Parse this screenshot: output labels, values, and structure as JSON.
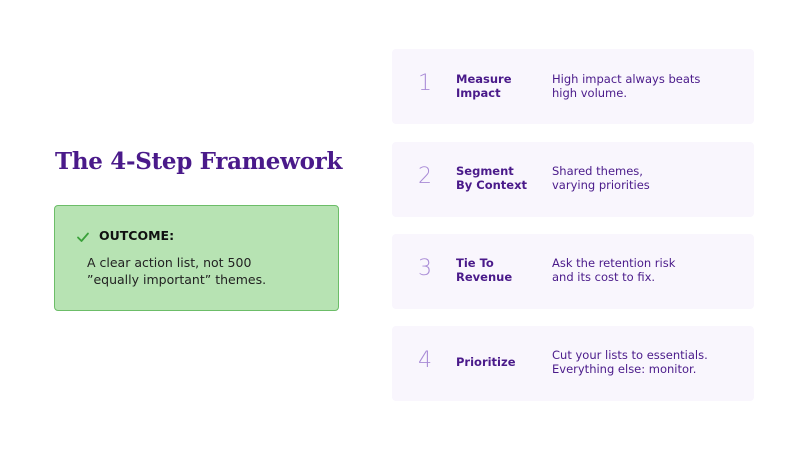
{
  "title": "The 4-Step Framework",
  "outcome": {
    "icon": "check-icon",
    "label": "OUTCOME:",
    "text_line1": "A clear action list, not 500",
    "text_line2": "”equally important” themes."
  },
  "steps": [
    {
      "number": "1",
      "name_line1": "Measure",
      "name_line2": "Impact",
      "desc_line1": "High impact always beats",
      "desc_line2": "high volume."
    },
    {
      "number": "2",
      "name_line1": "Segment",
      "name_line2": "By Context",
      "desc_line1": "Shared themes,",
      "desc_line2": "varying priorities"
    },
    {
      "number": "3",
      "name_line1": "Tie To",
      "name_line2": "Revenue",
      "desc_line1": "Ask the retention risk",
      "desc_line2": "and its cost to fix."
    },
    {
      "number": "4",
      "name_line1": "Prioritize",
      "name_line2": "",
      "desc_line1": "Cut your lists to essentials.",
      "desc_line2": "Everything else: monitor."
    }
  ],
  "colors": {
    "title": "#4a1a8a",
    "outcome_bg": "#b7e3b3",
    "outcome_border": "#6cbd68",
    "check": "#3aa13a",
    "card_bg": "#f9f6fd",
    "step_number": "#a98bd6"
  }
}
